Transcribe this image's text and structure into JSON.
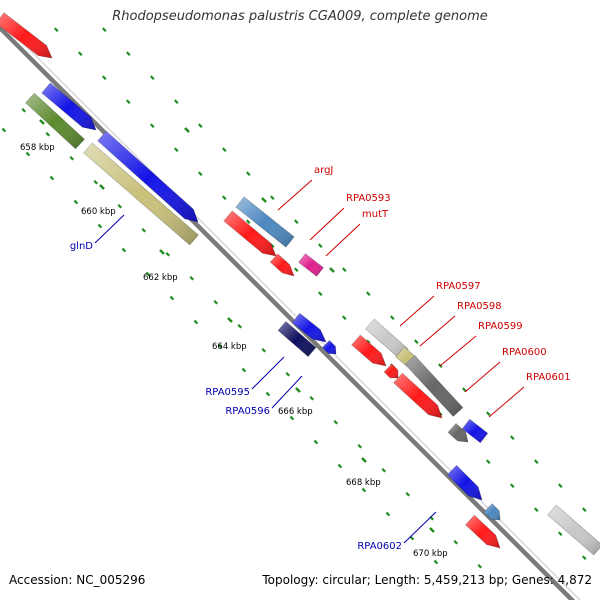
{
  "title": "Rhodopseudomonas palustris CGA009, complete genome",
  "footer": {
    "accession": "Accession: NC_005296",
    "topology": "Topology: circular; Length: 5,459,213 bp; Genes: 4,872"
  },
  "colors": {
    "backbone": "#7a7a7a",
    "dot_track": "#1e8c1e",
    "tick": "#1e8c1e",
    "red": "#ff1a1a",
    "blue": "#1414e6",
    "steelblue": "#4d88c0",
    "olive": "#5c8a2e",
    "khaki": "#c8c07a",
    "magenta": "#e0208f",
    "lightgray": "#c8c8c8",
    "darkgray": "#666666",
    "navy": "#101060",
    "label_red": "#d00000",
    "label_blue": "#0000b0"
  },
  "scale_labels": [
    {
      "label": "658 kbp"
    },
    {
      "label": "660 kbp"
    },
    {
      "label": "662 kbp"
    },
    {
      "label": "664 kbp"
    },
    {
      "label": "666 kbp"
    },
    {
      "label": "668 kbp"
    },
    {
      "label": "670 kbp"
    }
  ],
  "gene_labels": [
    {
      "name": "argJ",
      "color": "label_red"
    },
    {
      "name": "RPA0593",
      "color": "label_red"
    },
    {
      "name": "mutT",
      "color": "label_red"
    },
    {
      "name": "RPA0597",
      "color": "label_red"
    },
    {
      "name": "RPA0598",
      "color": "label_red"
    },
    {
      "name": "RPA0599",
      "color": "label_red"
    },
    {
      "name": "RPA0600",
      "color": "label_red"
    },
    {
      "name": "RPA0601",
      "color": "label_red"
    },
    {
      "name": "glnD",
      "color": "label_blue"
    },
    {
      "name": "RPA0595",
      "color": "label_blue"
    },
    {
      "name": "RPA0596",
      "color": "label_blue"
    },
    {
      "name": "RPA0602",
      "color": "label_blue"
    }
  ],
  "features": [
    {
      "name": "gene-top-left",
      "color": "red"
    },
    {
      "name": "gene-blue-upper",
      "color": "blue"
    },
    {
      "name": "gene-olive",
      "color": "olive"
    },
    {
      "name": "gene-glnD",
      "color": "blue"
    },
    {
      "name": "gene-khaki",
      "color": "khaki"
    },
    {
      "name": "gene-argJ-bar",
      "color": "steelblue"
    },
    {
      "name": "gene-RPA0593",
      "color": "red"
    },
    {
      "name": "gene-mutT-small",
      "color": "red"
    },
    {
      "name": "gene-mutT",
      "color": "magenta"
    },
    {
      "name": "gene-RPA0595",
      "color": "navy"
    },
    {
      "name": "gene-RPA0596",
      "color": "blue"
    },
    {
      "name": "gene-RPA0596-small",
      "color": "blue"
    },
    {
      "name": "gene-RPA0597",
      "color": "lightgray"
    },
    {
      "name": "gene-RPA0598",
      "color": "khaki"
    },
    {
      "name": "gene-RPA0599",
      "color": "darkgray"
    },
    {
      "name": "gene-RPA0600",
      "color": "red"
    },
    {
      "name": "gene-RPA0600-small",
      "color": "red"
    },
    {
      "name": "gene-RPA0601",
      "color": "red"
    },
    {
      "name": "gene-RPA0601-gray",
      "color": "darkgray"
    },
    {
      "name": "gene-RPA0602-upper",
      "color": "blue"
    },
    {
      "name": "gene-RPA0602",
      "color": "blue"
    },
    {
      "name": "gene-bottom-steel",
      "color": "steelblue"
    },
    {
      "name": "gene-bottom-red",
      "color": "red"
    },
    {
      "name": "gene-bottom-gray",
      "color": "lightgray"
    }
  ]
}
